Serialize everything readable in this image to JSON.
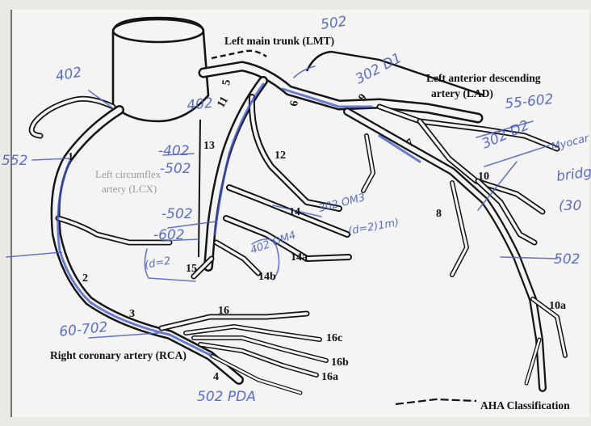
{
  "labels": {
    "lmt": "Left main trunk (LMT)",
    "lad_line1": "Left anterior descending",
    "lad_line2": "artery (LAD)",
    "lcx_line1": "Left circumflex",
    "lcx_line2": "artery (LCX)",
    "rca": "Right coronary artery (RCA)",
    "aha": "AHA Classification"
  },
  "segments": {
    "s1": "1",
    "s2": "2",
    "s3": "3",
    "s4": "4",
    "s5": "5",
    "s6": "6",
    "s7": "7",
    "s8": "8",
    "s9": "9",
    "s10": "10",
    "s10a": "10a",
    "s11": "11",
    "s12": "12",
    "s13": "13",
    "s14": "14",
    "s14a": "14a",
    "s14b": "14b",
    "s15": "15",
    "s16": "16",
    "s16a": "16a",
    "s16b": "16b",
    "s16c": "16c"
  },
  "handwritten": {
    "n502_top": "502",
    "n302_d1": "302 D1",
    "n402_left": "402",
    "n552": "552",
    "n402_11": "402",
    "n402_13": "-402",
    "n502_13": "-502",
    "n602": "-602",
    "n502_14": "-502",
    "d_left": "(d=2",
    "n302_om3": "302 OM3",
    "d_mid": "(d=2)1m)",
    "n402_om4": "402 OM4",
    "n55_602": "55-602",
    "n302_d2": "302 D2",
    "myocard": "Myocar",
    "bridge": "bridg",
    "n30": "(30",
    "n502_right": "502",
    "n60_702": "60-702",
    "n502_pda": "502 PDA"
  },
  "colors": {
    "paper": "#f4f4f2",
    "vessel": "#141414",
    "ink": "#4b5fc4",
    "grey_label": "#9a9a9a"
  }
}
